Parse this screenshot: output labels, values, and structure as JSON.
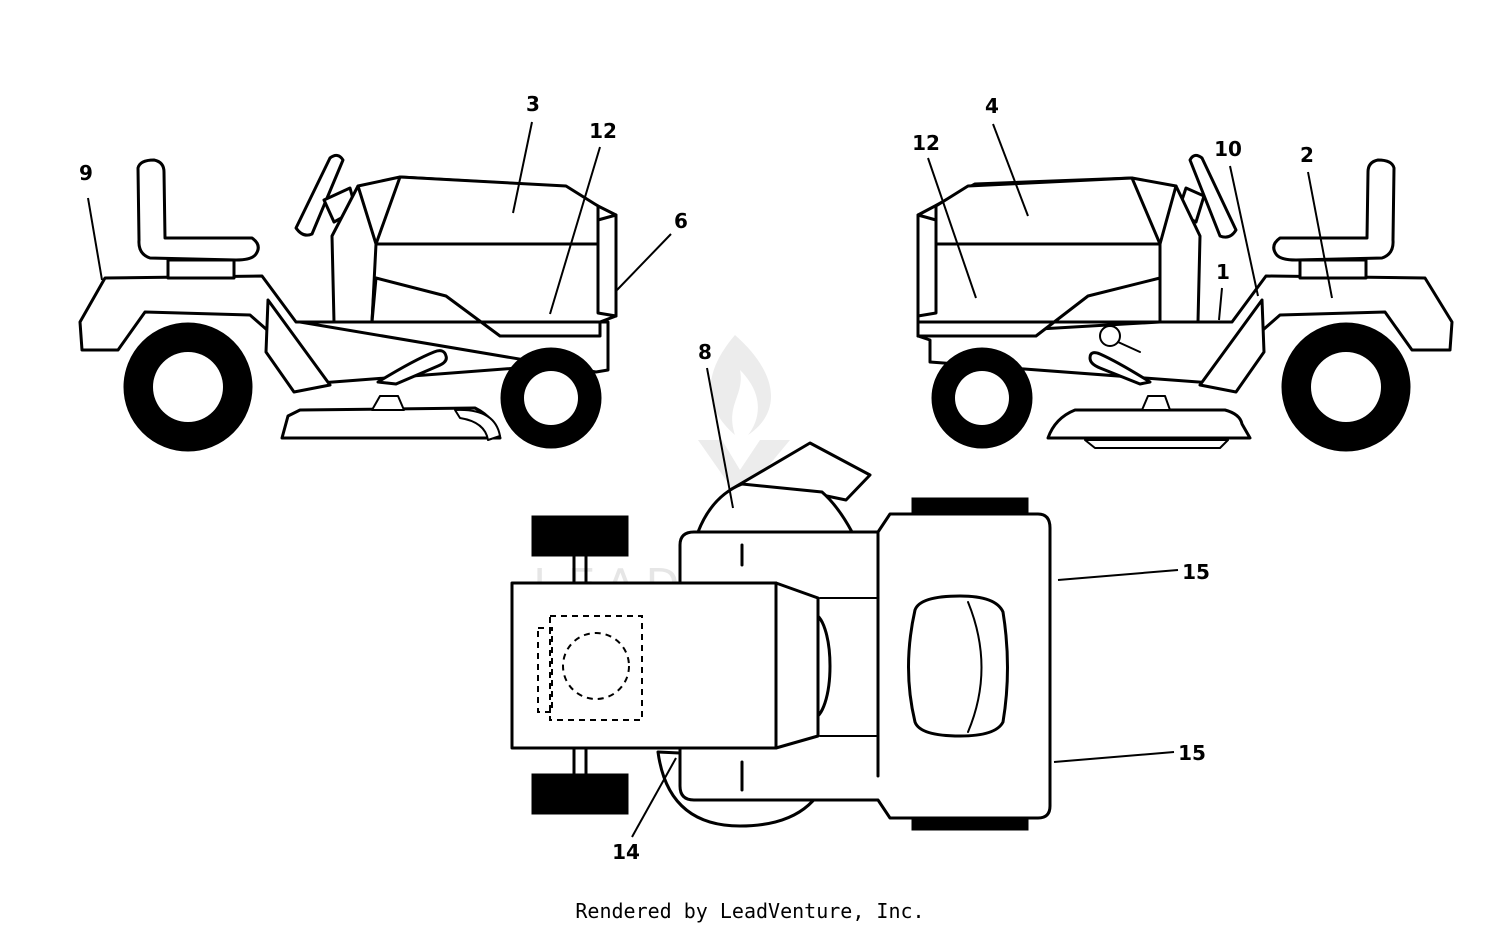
{
  "diagram": {
    "watermark": "LEADVENTURE",
    "footer": "Rendered by LeadVenture, Inc.",
    "callouts": {
      "left_view": {
        "c9": "9",
        "c3": "3",
        "c12": "12",
        "c6": "6"
      },
      "right_view": {
        "c4": "4",
        "c12": "12",
        "c10": "10",
        "c2": "2",
        "c1": "1"
      },
      "top_view": {
        "c8": "8",
        "c15a": "15",
        "c15b": "15",
        "c14": "14"
      }
    }
  }
}
